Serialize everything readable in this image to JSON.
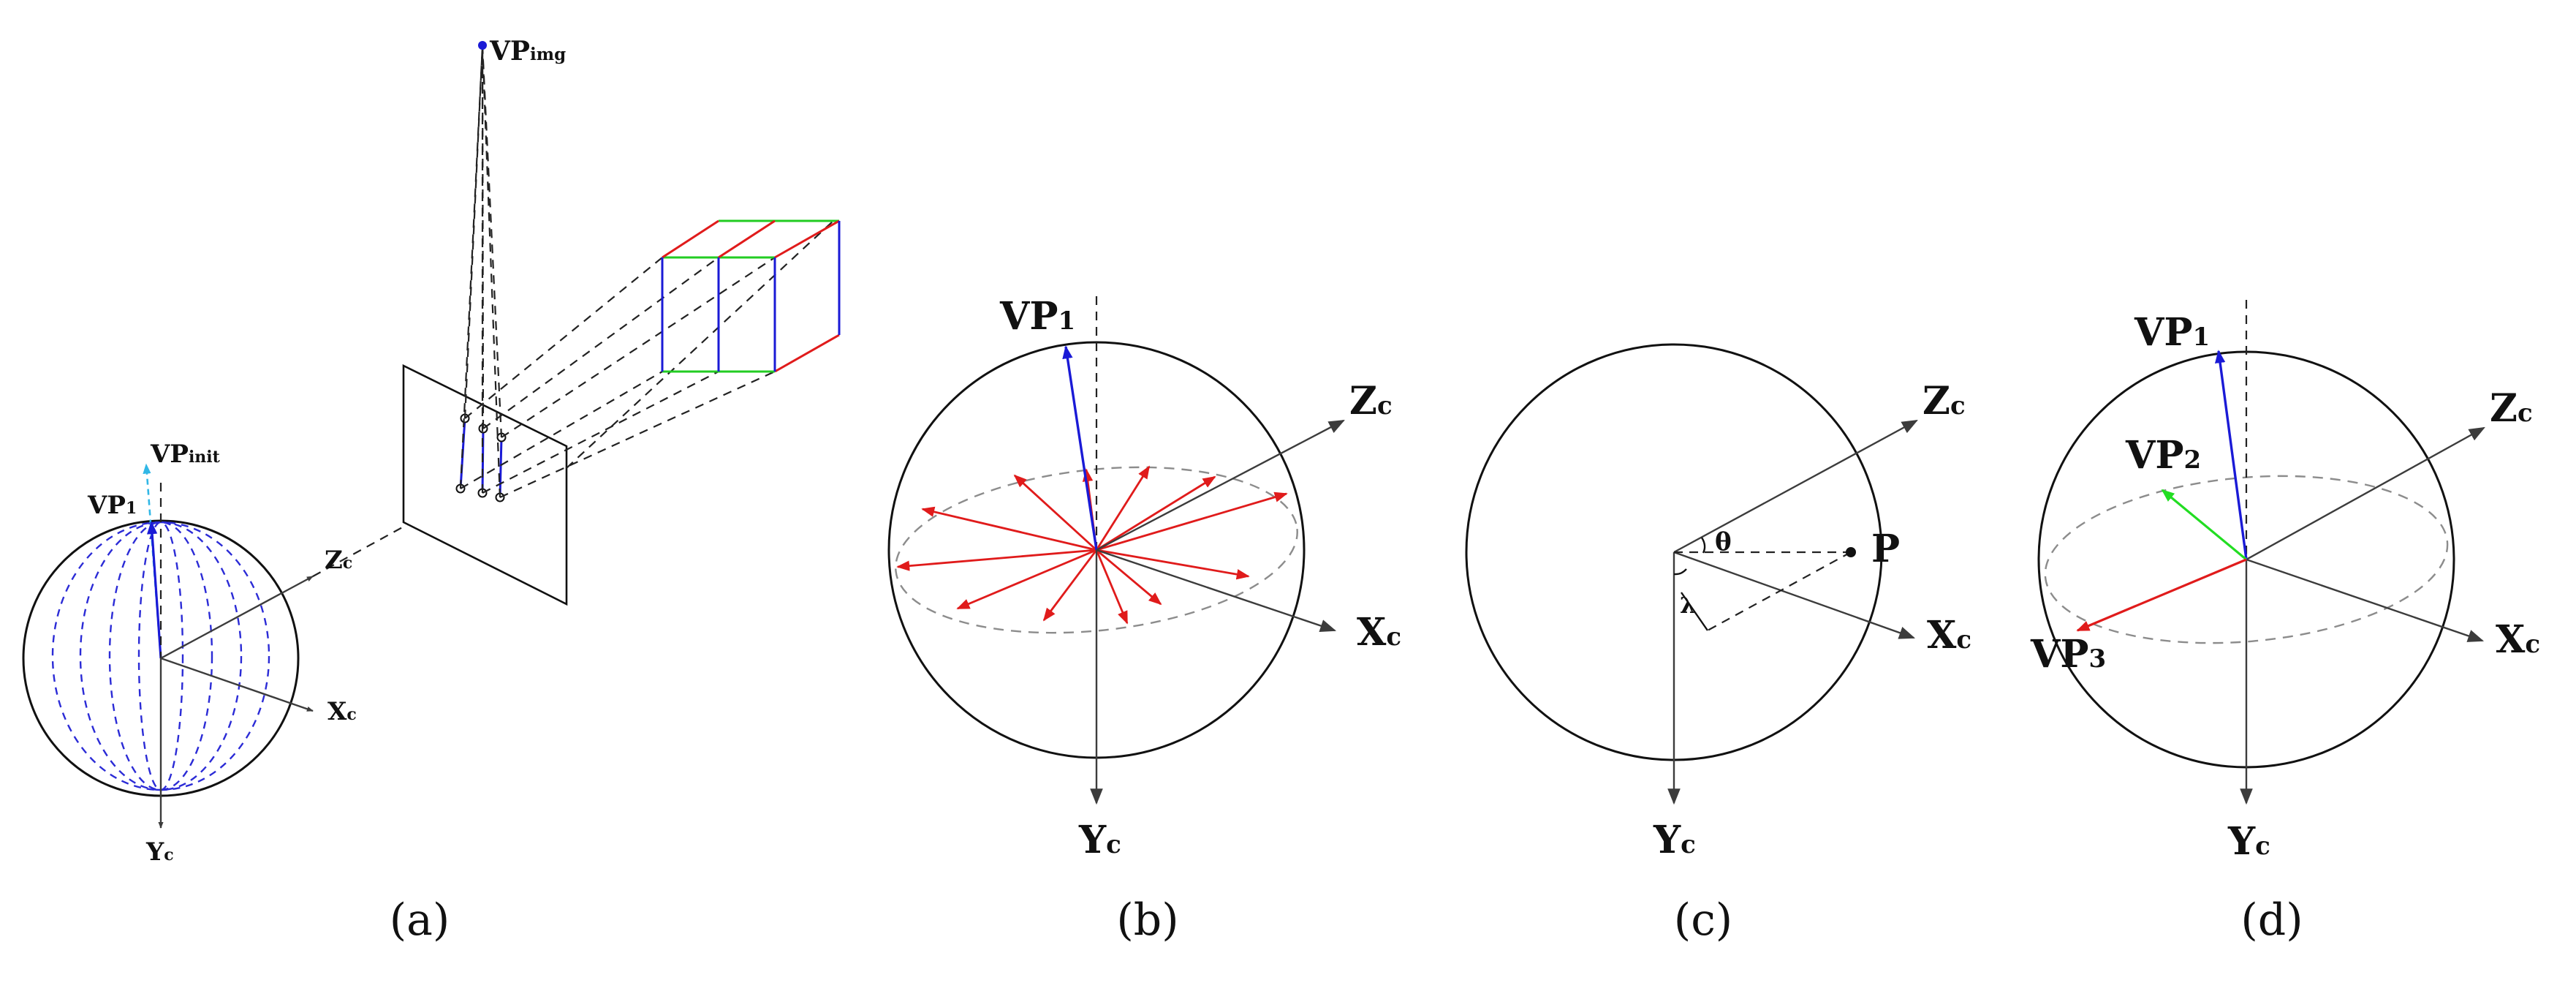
{
  "panels": {
    "a": {
      "caption": "(a)",
      "vp_img": {
        "base": "VP",
        "sub": "img"
      },
      "vp_init": {
        "base": "VP",
        "sub": "init"
      },
      "vp1": {
        "base": "VP",
        "sub": "1"
      },
      "zc": {
        "base": "Z",
        "sub": "c"
      },
      "xc": {
        "base": "X",
        "sub": "c"
      },
      "yc": {
        "base": "Y",
        "sub": "c"
      }
    },
    "b": {
      "caption": "(b)",
      "vp1": {
        "base": "VP",
        "sub": "1"
      },
      "zc": {
        "base": "Z",
        "sub": "c"
      },
      "xc": {
        "base": "X",
        "sub": "c"
      },
      "yc": {
        "base": "Y",
        "sub": "c"
      }
    },
    "c": {
      "caption": "(c)",
      "zc": {
        "base": "Z",
        "sub": "c"
      },
      "xc": {
        "base": "X",
        "sub": "c"
      },
      "yc": {
        "base": "Y",
        "sub": "c"
      },
      "point": "P",
      "theta": "θ",
      "lambda": "λ"
    },
    "d": {
      "caption": "(d)",
      "vp1": {
        "base": "VP",
        "sub": "1"
      },
      "vp2": {
        "base": "VP",
        "sub": "2"
      },
      "vp3": {
        "base": "VP",
        "sub": "3"
      },
      "zc": {
        "base": "Z",
        "sub": "c"
      },
      "xc": {
        "base": "X",
        "sub": "c"
      },
      "yc": {
        "base": "Y",
        "sub": "c"
      }
    }
  },
  "colors": {
    "vp1": "#1a1ad6",
    "vp2": "#22dd22",
    "vp3": "#e01b1b",
    "vp_init": "#31b7e6",
    "great_circles": "#2b2bd6",
    "ray": "#e01b1b",
    "box_vertical": "#1a1ad6",
    "box_horizontal": "#22cc22",
    "box_depth": "#e01b1b",
    "axis": "#3c3c3c",
    "guide": "#8c8c8c"
  }
}
